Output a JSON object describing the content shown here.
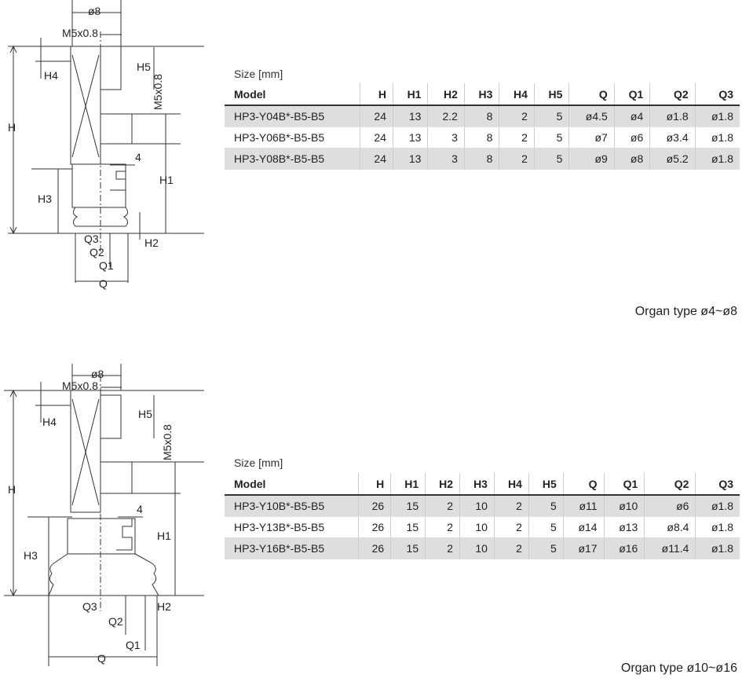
{
  "sections": [
    {
      "drawing": {
        "labels": {
          "diameter": "ø8",
          "thread": "M5x0.8",
          "thread_v": "M5x0.8",
          "h": "H",
          "h1": "H1",
          "h2": "H2",
          "h3": "H3",
          "h4": "H4",
          "h5": "H5",
          "q": "Q",
          "q1": "Q1",
          "q2": "Q2",
          "q3": "Q3",
          "four": "4"
        }
      },
      "size_label": "Size [mm]",
      "headers": [
        "Model",
        "H",
        "H1",
        "H2",
        "H3",
        "H4",
        "H5",
        "Q",
        "Q1",
        "Q2",
        "Q3"
      ],
      "rows": [
        [
          "HP3-Y04B*-B5-B5",
          "24",
          "13",
          "2.2",
          "8",
          "2",
          "5",
          "ø4.5",
          "ø4",
          "ø1.8",
          "ø1.8"
        ],
        [
          "HP3-Y06B*-B5-B5",
          "24",
          "13",
          "3",
          "8",
          "2",
          "5",
          "ø7",
          "ø6",
          "ø3.4",
          "ø1.8"
        ],
        [
          "HP3-Y08B*-B5-B5",
          "24",
          "13",
          "3",
          "8",
          "2",
          "5",
          "ø9",
          "ø8",
          "ø5.2",
          "ø1.8"
        ]
      ],
      "caption": "Organ type ø4~ø8"
    },
    {
      "drawing": {
        "labels": {
          "diameter": "ø8",
          "thread": "M5x0.8",
          "thread_v": "M5x0.8",
          "h": "H",
          "h1": "H1",
          "h2": "H2",
          "h3": "H3",
          "h4": "H4",
          "h5": "H5",
          "q": "Q",
          "q1": "Q1",
          "q2": "Q2",
          "q3": "Q3",
          "four": "4"
        }
      },
      "size_label": "Size [mm]",
      "headers": [
        "Model",
        "H",
        "H1",
        "H2",
        "H3",
        "H4",
        "H5",
        "Q",
        "Q1",
        "Q2",
        "Q3"
      ],
      "rows": [
        [
          "HP3-Y10B*-B5-B5",
          "26",
          "15",
          "2",
          "10",
          "2",
          "5",
          "ø11",
          "ø10",
          "ø6",
          "ø1.8"
        ],
        [
          "HP3-Y13B*-B5-B5",
          "26",
          "15",
          "2",
          "10",
          "2",
          "5",
          "ø14",
          "ø13",
          "ø8.4",
          "ø1.8"
        ],
        [
          "HP3-Y16B*-B5-B5",
          "26",
          "15",
          "2",
          "10",
          "2",
          "5",
          "ø17",
          "ø16",
          "ø11.4",
          "ø1.8"
        ]
      ],
      "caption": "Organ type ø10~ø16"
    }
  ]
}
